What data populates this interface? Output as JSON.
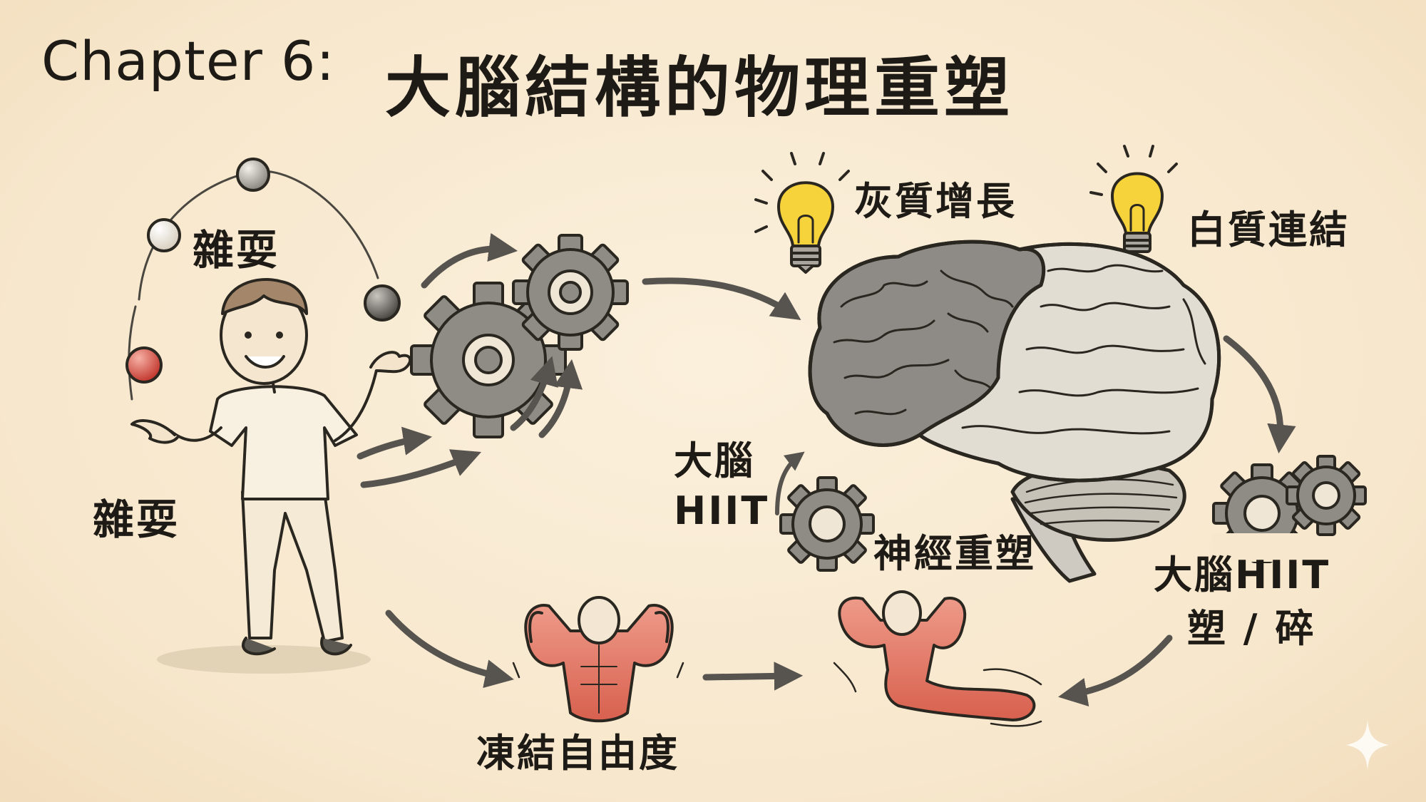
{
  "title": {
    "chapter": "Chapter 6:",
    "main": "大腦結構的物理重塑"
  },
  "labels": {
    "juggling_top": "雜耍",
    "juggling_left": "雜耍",
    "gray_matter": "灰質增長",
    "white_matter": "白質連結",
    "brain_hiit_line1": "大腦",
    "brain_hiit_line2": "HIIT",
    "neuroplasticity": "神經重塑",
    "brain_hiit_right_line1": "大腦HIIT",
    "brain_hiit_right_line2": "塑 / 碎",
    "freeze_dof": "凍結自由度"
  },
  "icons": [
    "juggler-figure",
    "gear-icon",
    "brain-illustration",
    "lightbulb-icon",
    "muscle-figure",
    "sparkle-icon"
  ],
  "colors": {
    "background": "#f8ead3",
    "ink": "#1e1b16",
    "gear": "#8f8c86",
    "brain_left": "#8e8b86",
    "brain_right": "#e2ddd3",
    "bulb": "#f6d23b",
    "muscle": "#e27866",
    "ball_red": "#d9544a"
  }
}
